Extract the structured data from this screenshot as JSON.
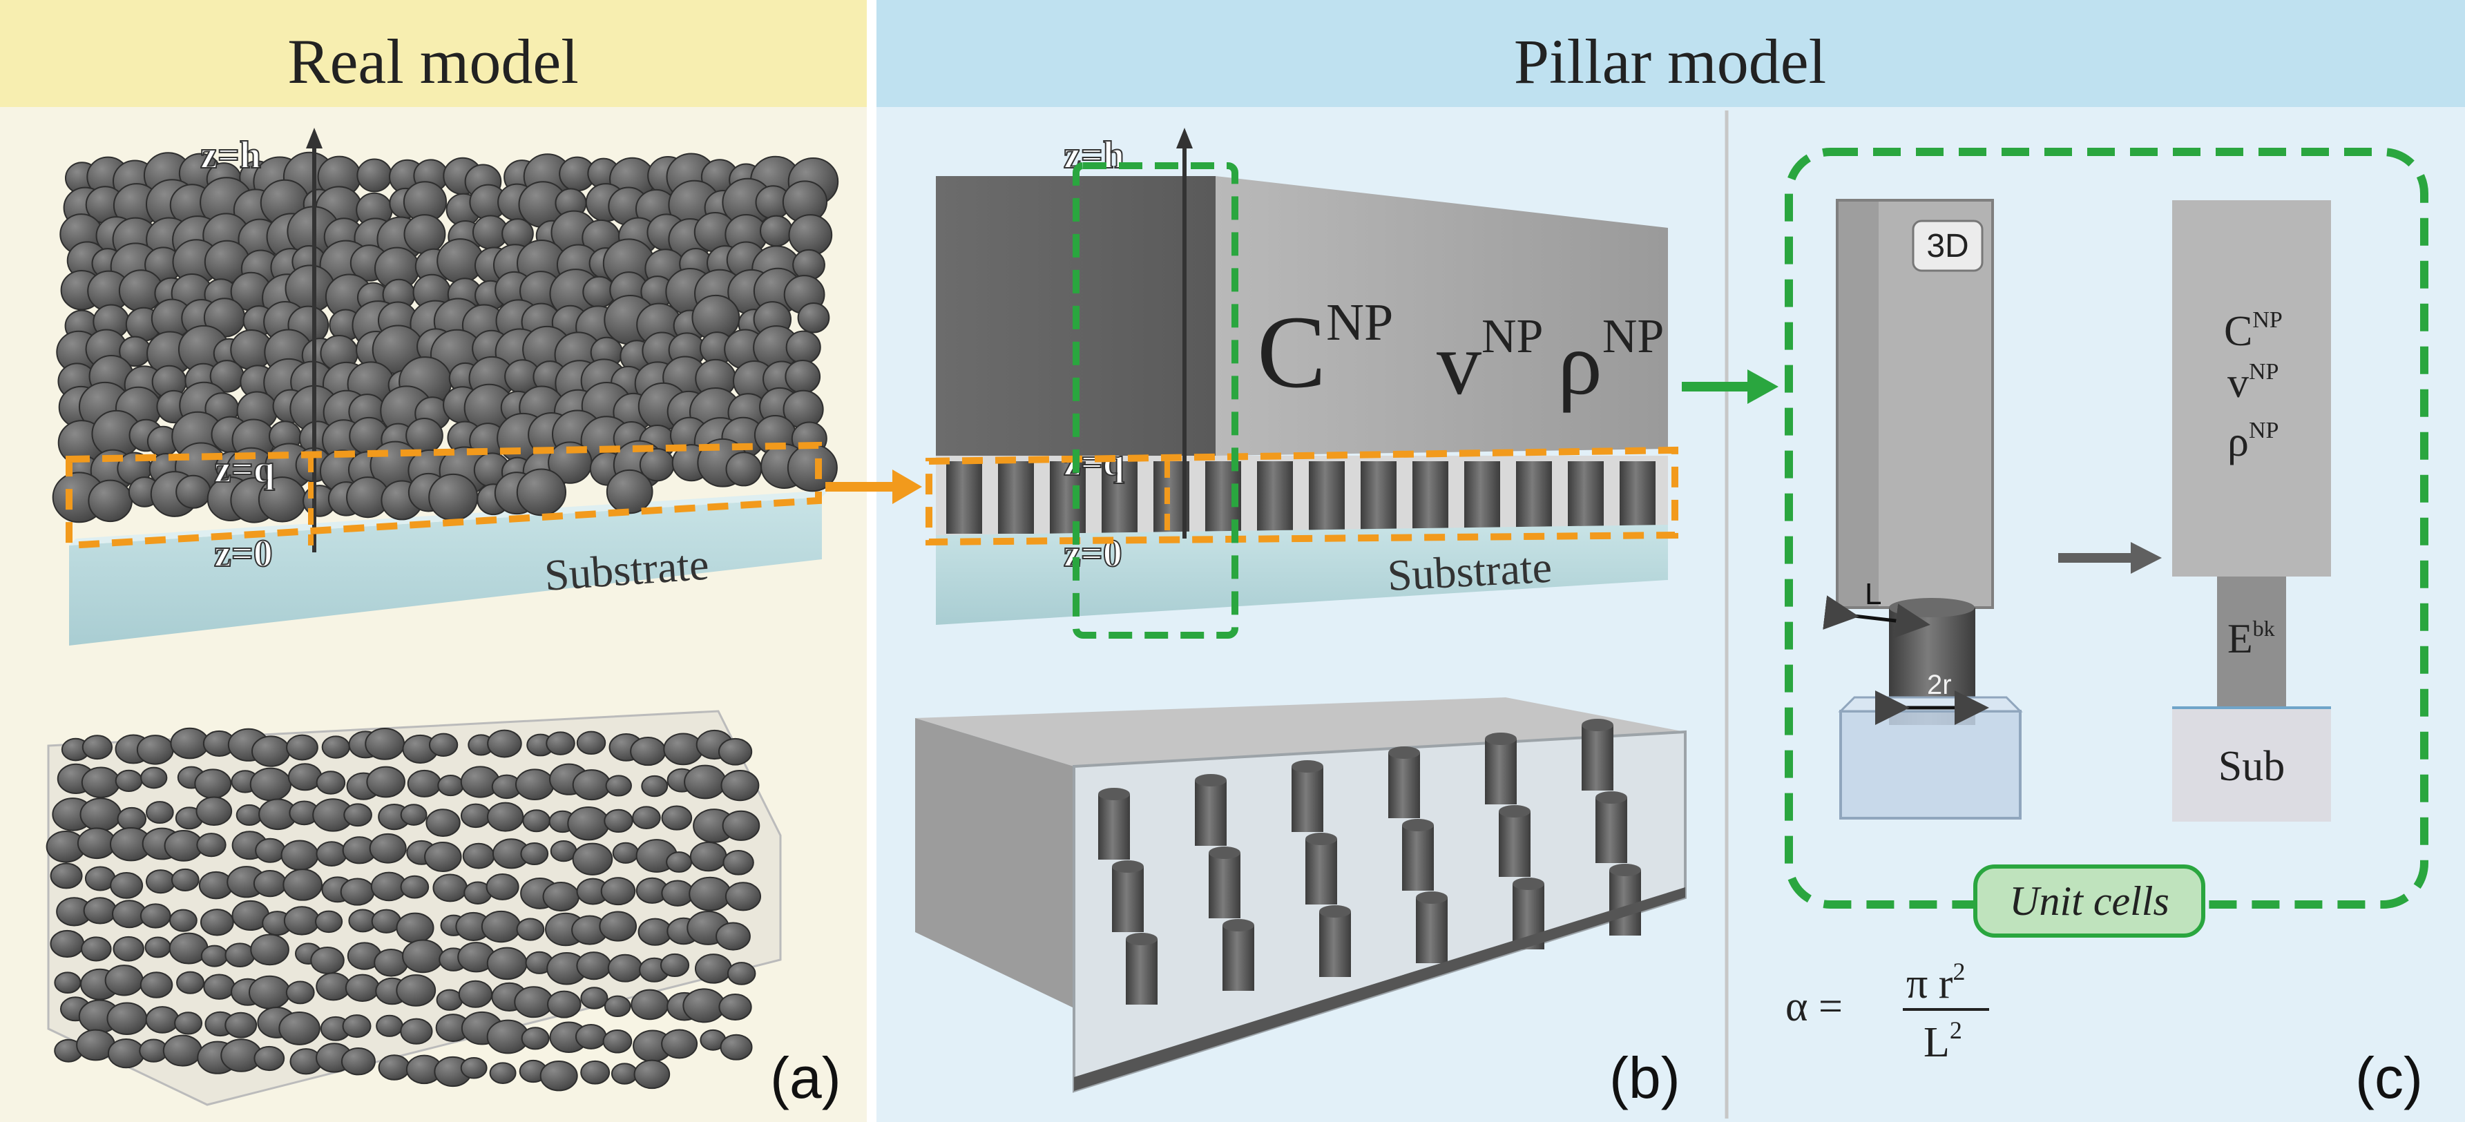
{
  "headers": {
    "real_model": "Real model",
    "pillar_model": "Pillar model"
  },
  "panel_a": {
    "z_h": "z=h",
    "z_q": "z=q",
    "z_0": "z=0",
    "substrate": "Substrate",
    "panel_letter": "(a)"
  },
  "panel_b": {
    "z_h": "z=h",
    "z_q": "z=q",
    "z_0": "z=0",
    "substrate": "Substrate",
    "c_base": "C",
    "c_sup": "NP",
    "v_base": "v",
    "v_sup": "NP",
    "rho_base": "ρ",
    "rho_sup": "NP",
    "panel_letter": "(b)"
  },
  "panel_c": {
    "tag_3d": "3D",
    "dim_L": "L",
    "dim_2r": "2r",
    "c_base": "C",
    "c_sup": "NP",
    "v_base": "v",
    "v_sup": "NP",
    "rho_base": "ρ",
    "rho_sup": "NP",
    "e_base": "E",
    "e_sup": "bk",
    "sub": "Sub",
    "unit_cells": "Unit cells",
    "alpha": "α =",
    "formula_num": "π r",
    "formula_num_sup": "2",
    "formula_den": "L",
    "formula_den_sup": "2",
    "panel_letter": "(c)"
  },
  "colors": {
    "real_header_bg": "#f7eeb0",
    "real_panel_bg": "#f7f4e4",
    "pillar_header_bg": "#bfe1f0",
    "pillar_panel_bg": "#e2f0f8",
    "highlight_orange": "#f29a1c",
    "highlight_green": "#2aa63f",
    "nanoparticle_gray": "#5f5f5f",
    "pillar_gray": "#a8a8a8",
    "substrate_blue": "#b7d7db",
    "unit_cells_fill": "#bfe3bd"
  }
}
